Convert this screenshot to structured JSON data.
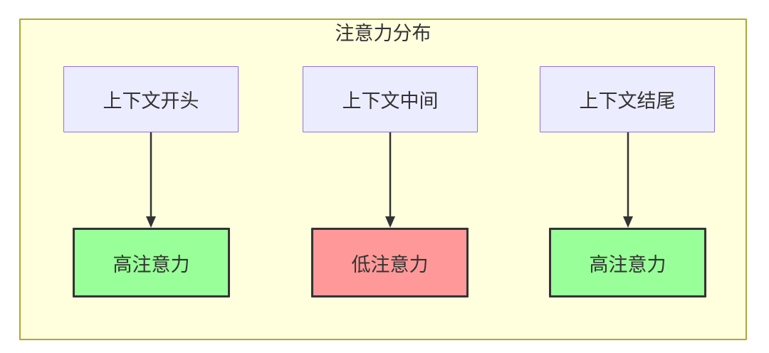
{
  "diagram": {
    "type": "flowchart",
    "title": "注意力分布",
    "flows": [
      {
        "source_label": "上下文开头",
        "target_label": "高注意力",
        "attention_level": "high"
      },
      {
        "source_label": "上下文中间",
        "target_label": "低注意力",
        "attention_level": "low"
      },
      {
        "source_label": "上下文结尾",
        "target_label": "高注意力",
        "attention_level": "high"
      }
    ],
    "colors": {
      "cluster_fill": "#ffffde",
      "cluster_border": "#aaaa33",
      "source_node_fill": "#ececff",
      "source_node_border": "#9370db",
      "high_attention_fill": "#99ff99",
      "low_attention_fill": "#ff9999",
      "target_node_border": "#333333",
      "arrow": "#333333",
      "text": "#333333"
    }
  }
}
